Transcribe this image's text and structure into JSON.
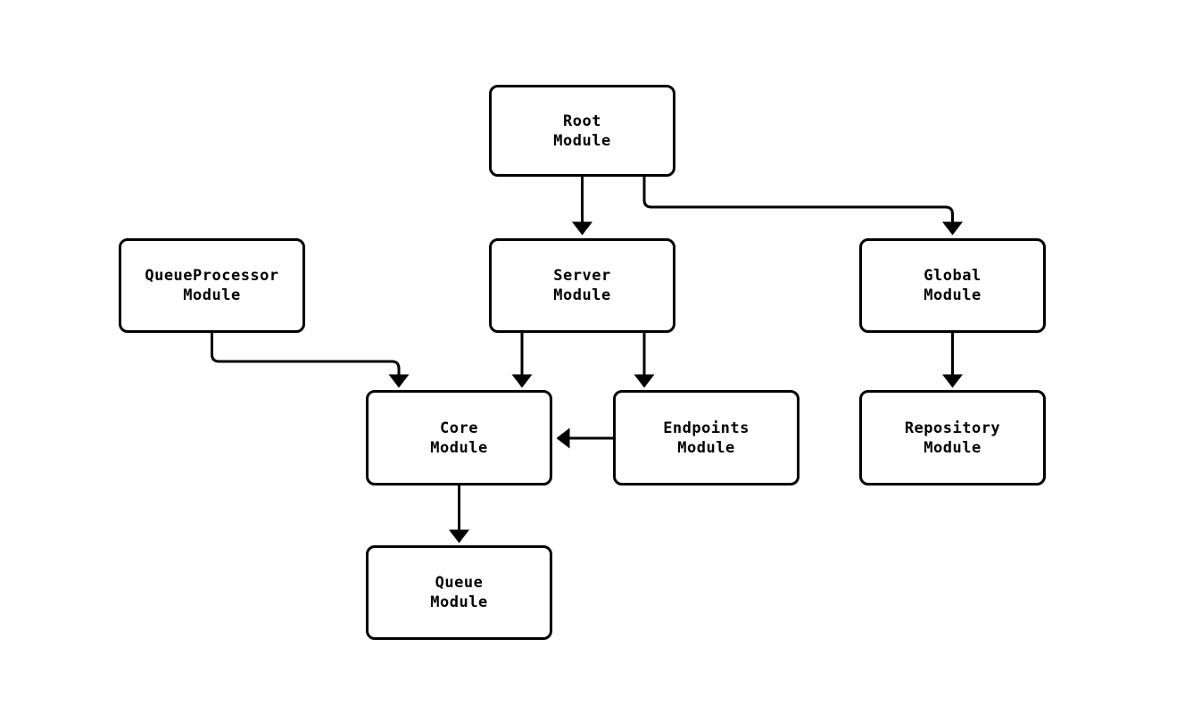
{
  "diagram": {
    "type": "flowchart",
    "background_color": "#ffffff",
    "node_fill_color": "#ffffff",
    "node_border_color": "#000000",
    "edge_color": "#000000",
    "text_color": "#000000",
    "nodes": [
      {
        "id": "root",
        "label": "Root\nModule"
      },
      {
        "id": "queueprocessor",
        "label": "QueueProcessor\nModule"
      },
      {
        "id": "server",
        "label": "Server\nModule"
      },
      {
        "id": "global",
        "label": "Global\nModule"
      },
      {
        "id": "core",
        "label": "Core\nModule"
      },
      {
        "id": "endpoints",
        "label": "Endpoints\nModule"
      },
      {
        "id": "repository",
        "label": "Repository\nModule"
      },
      {
        "id": "queue",
        "label": "Queue\nModule"
      }
    ],
    "edges": [
      {
        "from": "root",
        "to": "server"
      },
      {
        "from": "root",
        "to": "global"
      },
      {
        "from": "queueprocessor",
        "to": "core"
      },
      {
        "from": "server",
        "to": "core"
      },
      {
        "from": "server",
        "to": "endpoints"
      },
      {
        "from": "global",
        "to": "repository"
      },
      {
        "from": "endpoints",
        "to": "core"
      },
      {
        "from": "core",
        "to": "queue"
      }
    ]
  }
}
